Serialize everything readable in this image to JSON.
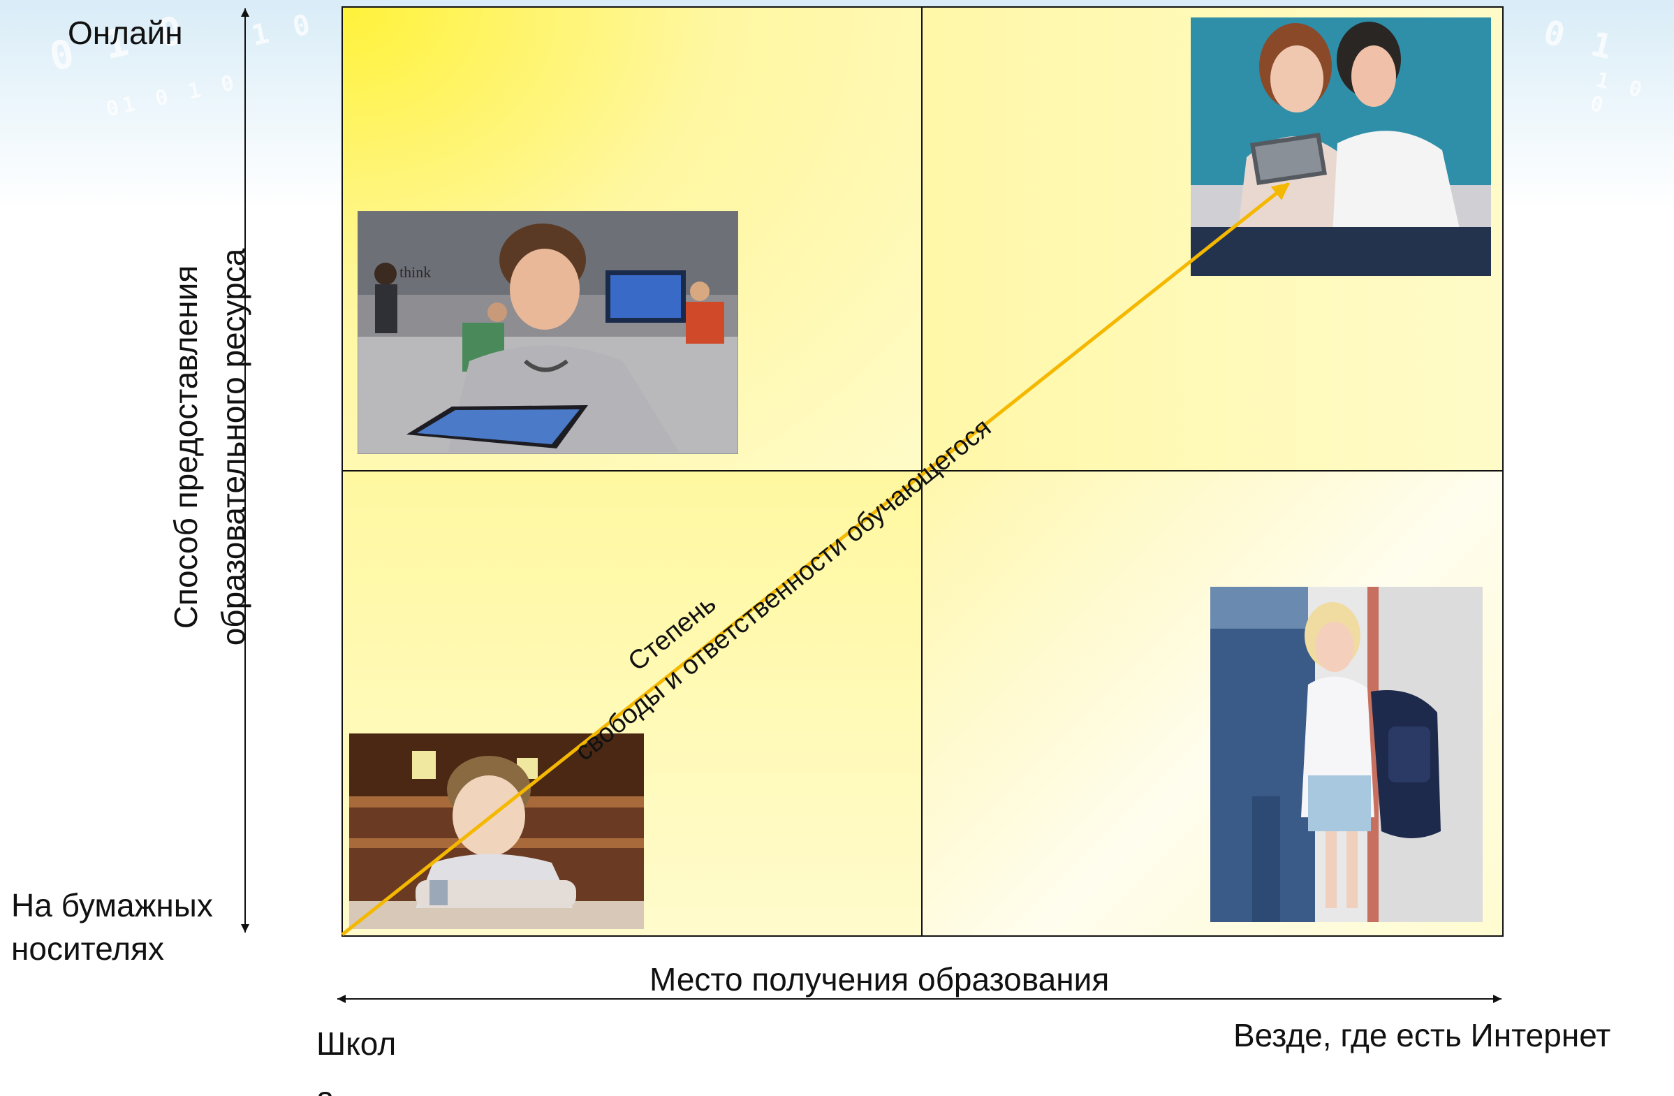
{
  "axes": {
    "y_title_lines": [
      "Способ предоставления",
      "образовательного ресурса"
    ],
    "y_top_label": "Онлайн",
    "y_bottom_label_lines": [
      "На бумажных",
      "носителях"
    ],
    "x_title": "Место получения образования",
    "x_left_label_lines": [
      "Школ",
      "а"
    ],
    "x_right_label": "Везде, где есть Интернет"
  },
  "diagonal": {
    "label_lines": [
      "Степень",
      "свободы и ответственности обучающегося"
    ],
    "color": "#f5b800"
  },
  "quadrants": {
    "fill_color": "#fff9b0",
    "highlight_color": "#fff23a",
    "border_color": "#111111",
    "photos": [
      {
        "name": "photo-boy-with-tablet-in-class",
        "quadrant": "top-left",
        "board_words": [
          "think"
        ]
      },
      {
        "name": "photo-teens-with-tablet",
        "quadrant": "top-right"
      },
      {
        "name": "photo-bored-boy-at-desk",
        "quadrant": "bottom-left"
      },
      {
        "name": "photo-girl-with-backpack",
        "quadrant": "bottom-right"
      }
    ]
  }
}
